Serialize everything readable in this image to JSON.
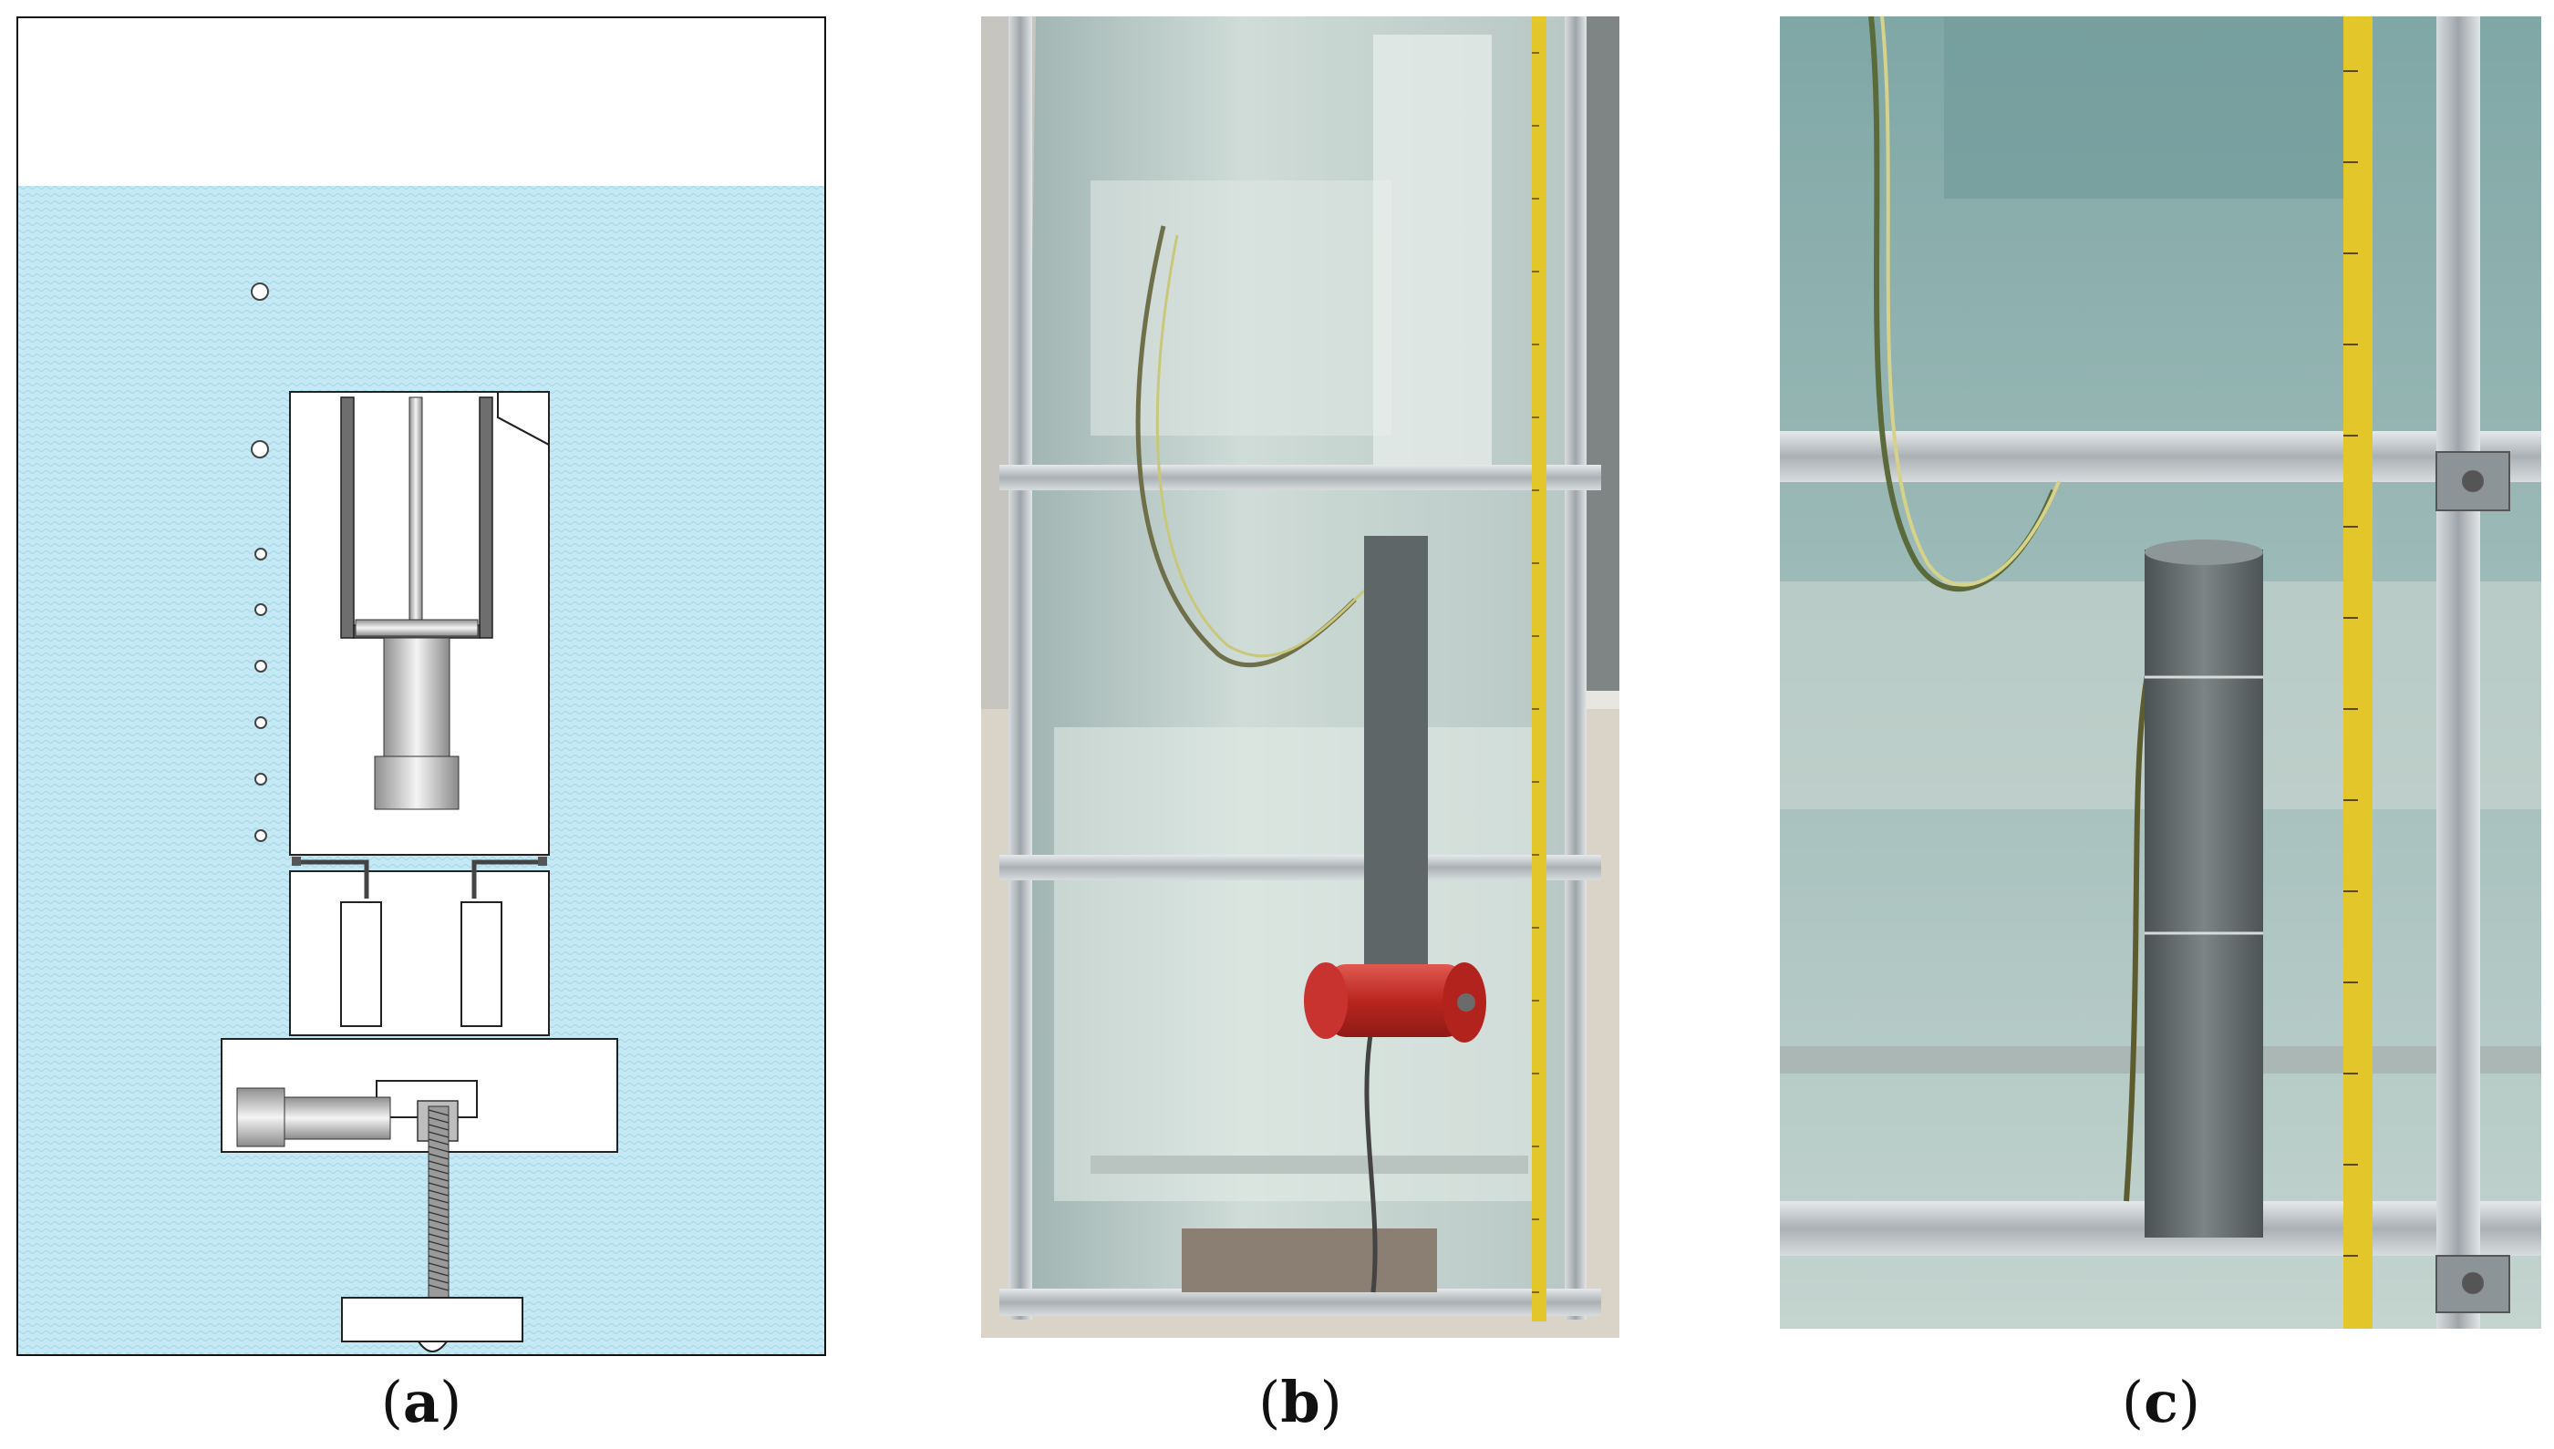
{
  "captions": {
    "a": {
      "open": "(",
      "letter": "a",
      "close": ")"
    },
    "b": {
      "open": "(",
      "letter": "b",
      "close": ")"
    },
    "c": {
      "open": "(",
      "letter": "c",
      "close": ")"
    }
  },
  "colors": {
    "water": "#bfe7f2",
    "water_pattern": "#a9dcea",
    "frame": "#111111",
    "aluminium": "#c9ced2",
    "tank_glass": "#a9c7c4",
    "tape_yellow": "#e3c72a",
    "red_device": "#c8322f",
    "pvc_grey": "#5f6668"
  }
}
